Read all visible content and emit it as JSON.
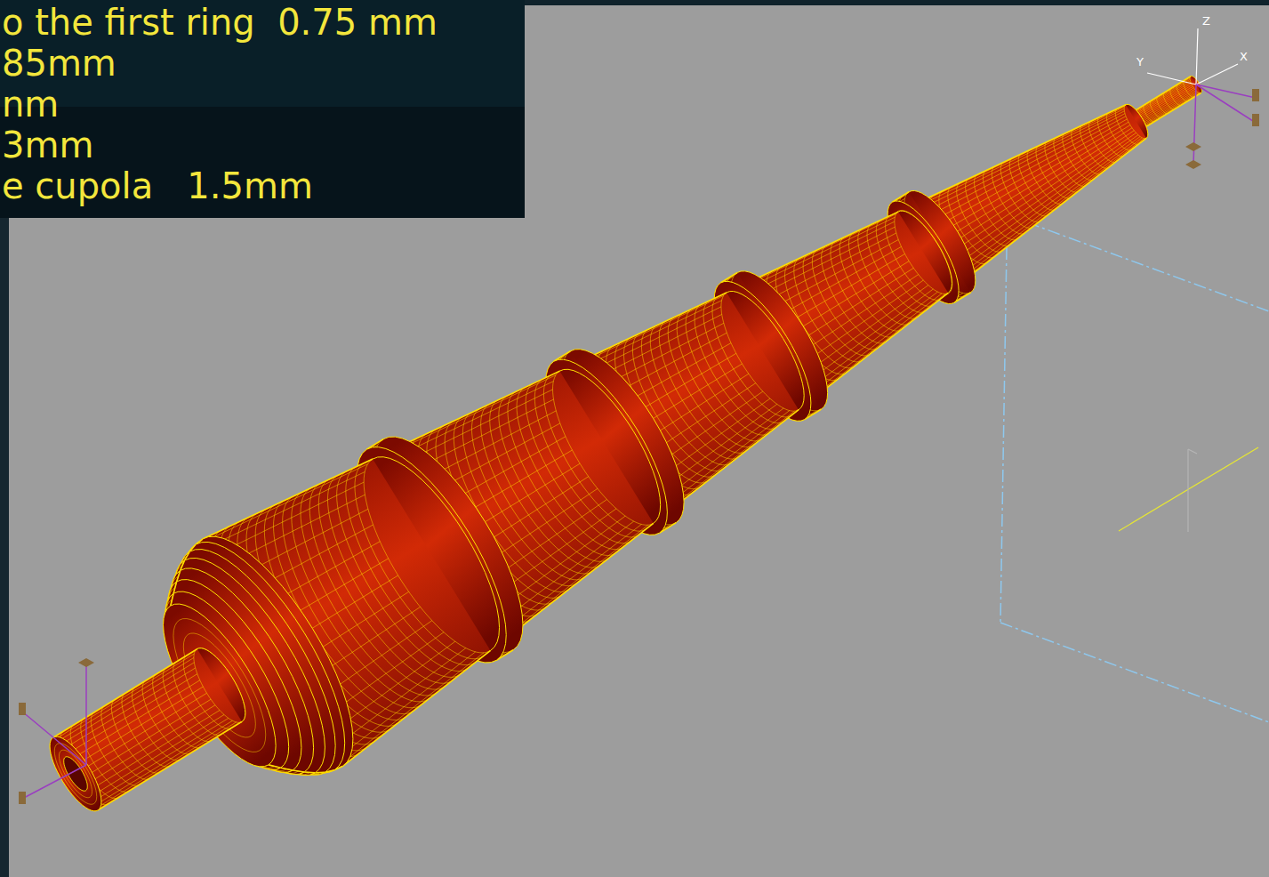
{
  "diagram": {
    "labels": [
      "o the first ring  0.75 mm",
      "85mm",
      "nm",
      "3mm",
      "e cupola   1.5mm",
      "Z",
      "Y",
      "X"
    ]
  }
}
